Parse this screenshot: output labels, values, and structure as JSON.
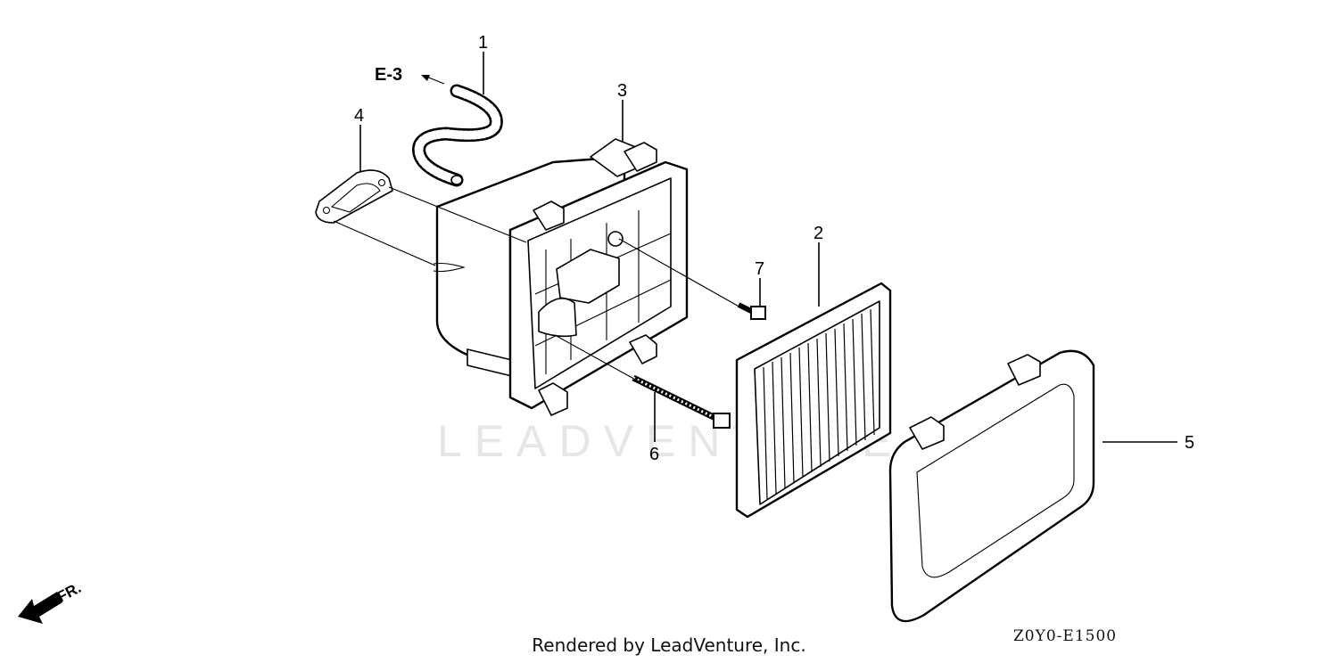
{
  "diagram_code": "Z0Y0-E1500",
  "footer": "Rendered by LeadVenture, Inc.",
  "watermark": "LEADVENTURE",
  "direction_label": "FR.",
  "reference": "E-3",
  "callouts": {
    "c1": "1",
    "c2": "2",
    "c3": "3",
    "c4": "4",
    "c5": "5",
    "c6": "6",
    "c7": "7"
  }
}
